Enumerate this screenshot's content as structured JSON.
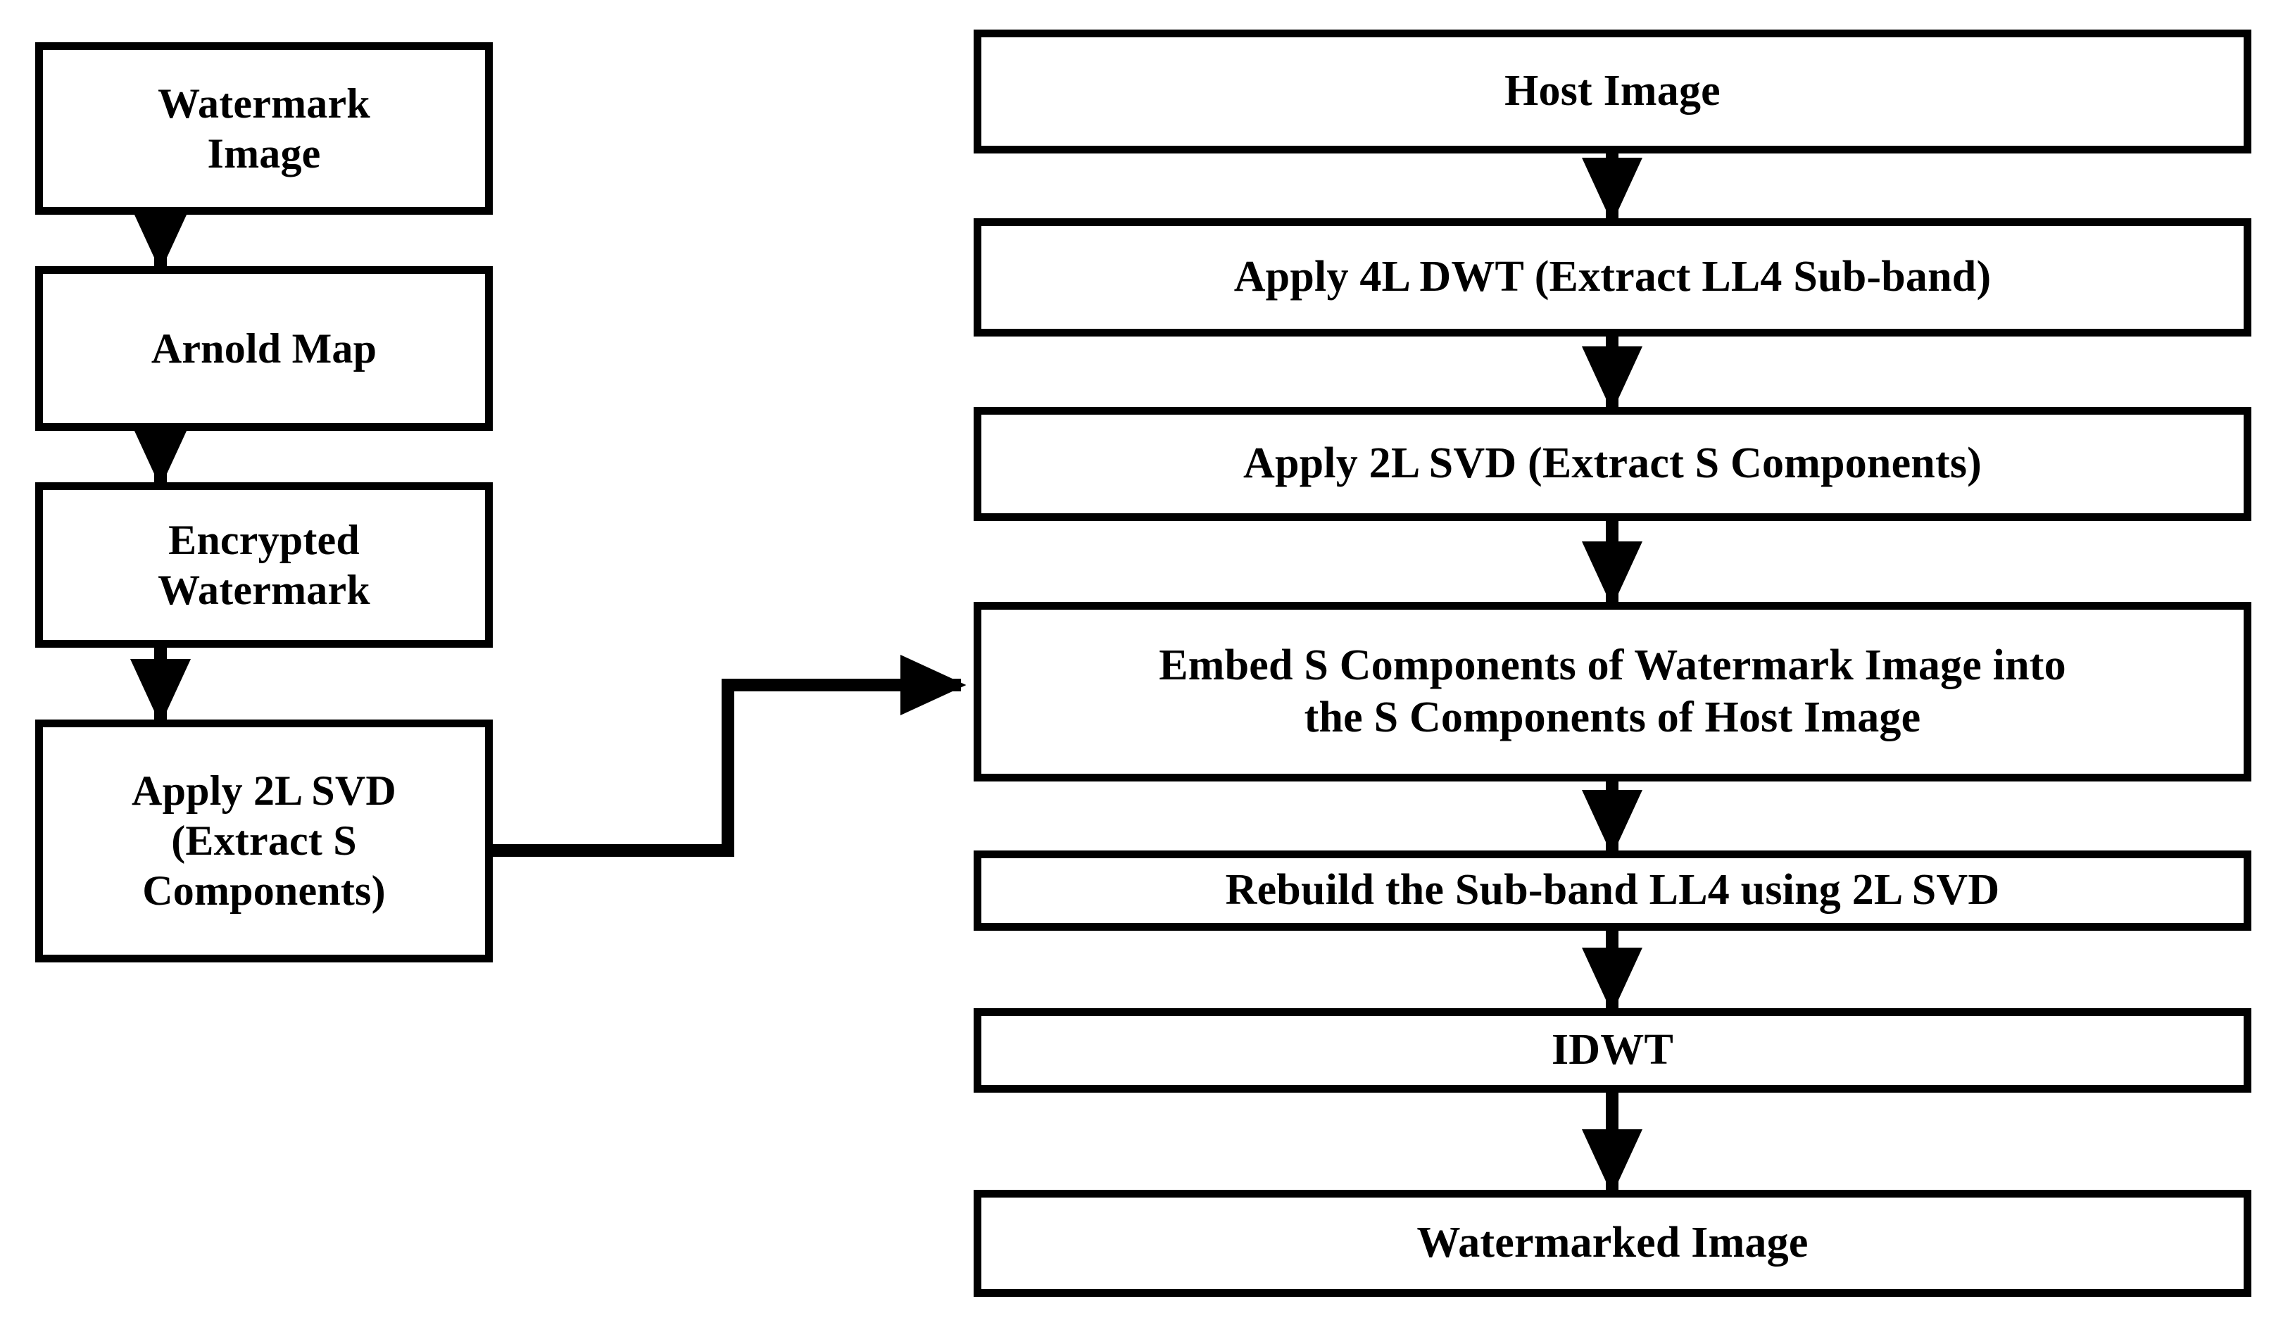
{
  "diagram": {
    "title": "Watermark Embedding Process Flowchart",
    "stroke_color": "#000000",
    "fill_color": "#ffffff",
    "left_column": {
      "name": "watermark-preparation-branch",
      "nodes": [
        {
          "id": "watermark-image",
          "label": "Watermark\nImage"
        },
        {
          "id": "arnold-map",
          "label": "Arnold Map"
        },
        {
          "id": "encrypted-watermark",
          "label": "Encrypted\nWatermark"
        },
        {
          "id": "watermark-svd",
          "label": "Apply 2L SVD\n(Extract S\nComponents)"
        }
      ]
    },
    "right_column": {
      "name": "host-embedding-branch",
      "nodes": [
        {
          "id": "host-image",
          "label": "Host Image"
        },
        {
          "id": "host-dwt",
          "label": "Apply 4L DWT (Extract LL4 Sub-band)"
        },
        {
          "id": "host-svd",
          "label": "Apply 2L SVD (Extract S Components)"
        },
        {
          "id": "embed-step",
          "label": "Embed S Components of Watermark Image into\nthe S Components of Host Image"
        },
        {
          "id": "rebuild-ll4",
          "label": "Rebuild the Sub-band LL4 using 2L SVD"
        },
        {
          "id": "idwt",
          "label": "IDWT"
        },
        {
          "id": "watermarked",
          "label": "Watermarked Image"
        }
      ]
    },
    "connectors": [
      {
        "id": "arrow-watermark-to-arnold",
        "from": "watermark-image",
        "to": "arnold-map",
        "kind": "vertical-arrow"
      },
      {
        "id": "arrow-arnold-to-encrypted",
        "from": "arnold-map",
        "to": "encrypted-watermark",
        "kind": "vertical-arrow"
      },
      {
        "id": "arrow-encrypted-to-svd",
        "from": "encrypted-watermark",
        "to": "watermark-svd",
        "kind": "vertical-arrow"
      },
      {
        "id": "arrow-host-to-dwt",
        "from": "host-image",
        "to": "host-dwt",
        "kind": "vertical-arrow"
      },
      {
        "id": "arrow-dwt-to-svd",
        "from": "host-dwt",
        "to": "host-svd",
        "kind": "vertical-arrow"
      },
      {
        "id": "arrow-svd-to-embed",
        "from": "host-svd",
        "to": "embed-step",
        "kind": "vertical-arrow"
      },
      {
        "id": "arrow-embed-to-rebuild",
        "from": "embed-step",
        "to": "rebuild-ll4",
        "kind": "vertical-arrow"
      },
      {
        "id": "arrow-rebuild-to-idwt",
        "from": "rebuild-ll4",
        "to": "idwt",
        "kind": "vertical-arrow"
      },
      {
        "id": "arrow-idwt-to-watermarked",
        "from": "idwt",
        "to": "watermarked",
        "kind": "vertical-arrow"
      },
      {
        "id": "arrow-watermark-svd-to-embed",
        "from": "watermark-svd",
        "to": "embed-step",
        "kind": "elbow-arrow"
      }
    ]
  }
}
